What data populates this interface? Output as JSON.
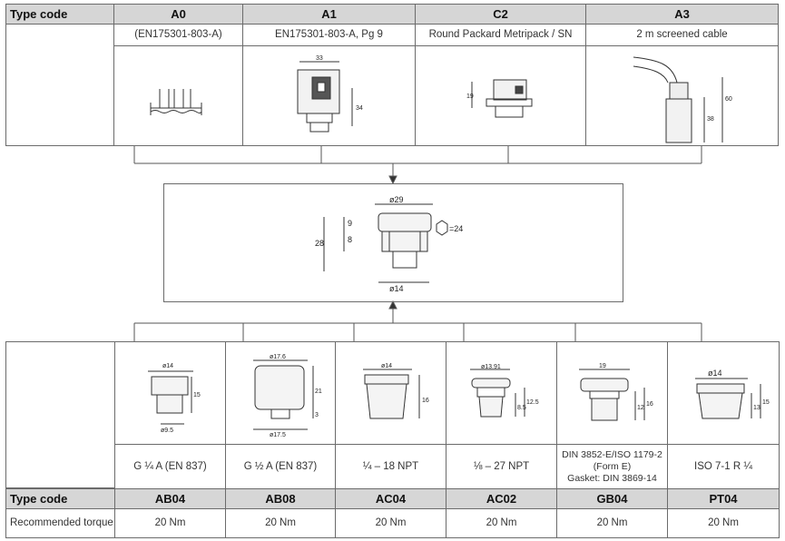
{
  "top_table": {
    "type_code_label": "Type code",
    "columns": [
      {
        "code": "A0",
        "desc": "(EN175301-803-A)"
      },
      {
        "code": "A1",
        "desc": "EN175301-803-A, Pg 9"
      },
      {
        "code": "C2",
        "desc": "Round Packard Metripack / SN"
      },
      {
        "code": "A3",
        "desc": "2 m screened cable"
      }
    ],
    "dims": {
      "a1_width": "33",
      "a1_height": "34",
      "c2_height": "19",
      "a3_h1": "38",
      "a3_h2": "60"
    }
  },
  "center": {
    "dia_top": "ø29",
    "dia_bottom": "ø14",
    "hex": "=24",
    "h_total": "28",
    "h_top": "9",
    "h_mid": "8"
  },
  "bottom_table": {
    "type_code_label": "Type code",
    "torque_label": "Recommended torque",
    "columns": [
      {
        "thread": "G ¼ A (EN 837)",
        "code": "AB04",
        "torque": "20 Nm",
        "dims": [
          "ø14",
          "15",
          "ø9.5"
        ]
      },
      {
        "thread": "G ½ A (EN 837)",
        "code": "AB08",
        "torque": "20 Nm",
        "dims": [
          "ø17.6",
          "21",
          "3",
          "ø17.5"
        ]
      },
      {
        "thread": "¼ – 18 NPT",
        "code": "AC04",
        "torque": "20 Nm",
        "dims": [
          "ø14",
          "16"
        ]
      },
      {
        "thread": "⅛ – 27 NPT",
        "code": "AC02",
        "torque": "20 Nm",
        "dims": [
          "ø13.91",
          "8.5",
          "12.5"
        ]
      },
      {
        "thread": "DIN 3852-E/ISO 1179-2\n(Form E)\nGasket: DIN 3869-14",
        "code": "GB04",
        "torque": "20 Nm",
        "dims": [
          "19",
          "12",
          "16"
        ]
      },
      {
        "thread": "ISO 7-1 R ¼",
        "code": "PT04",
        "torque": "20 Nm",
        "dims": [
          "ø14",
          "13",
          "15"
        ]
      }
    ]
  }
}
